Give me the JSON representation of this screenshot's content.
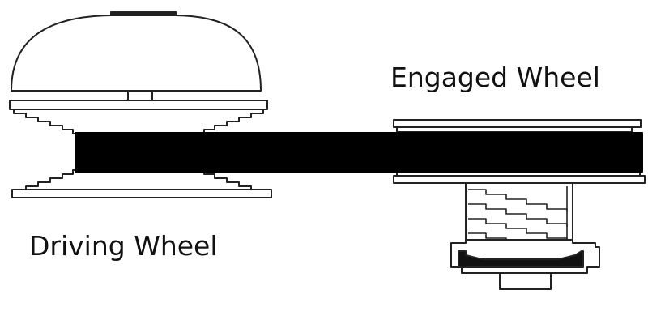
{
  "labels": {
    "engaged_wheel": "Engaged Wheel",
    "driving_wheel": "Driving Wheel"
  },
  "colors": {
    "line": "#222222",
    "belt": "#000000",
    "background": "#ffffff"
  },
  "components": [
    "driving-wheel-dome",
    "driving-wheel-upper-sheave",
    "driving-wheel-lower-sheave",
    "drive-belt",
    "engaged-wheel-upper-flange",
    "engaged-wheel-lower-flange",
    "engaged-wheel-cam-hub",
    "engaged-wheel-base-cup"
  ]
}
